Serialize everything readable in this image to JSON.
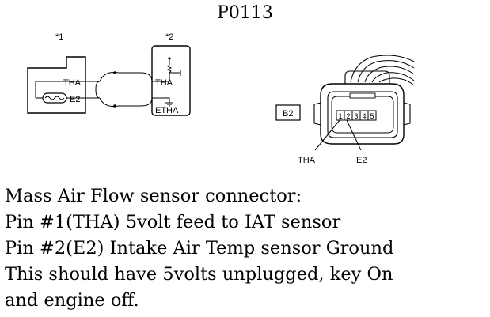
{
  "title": "P0113",
  "diagram": {
    "left_marker": "*1",
    "right_marker": "*2",
    "sensor_terminal_top": "THA",
    "sensor_terminal_bottom": "E2",
    "ecu_terminal_top": "THA",
    "ecu_terminal_bottom": "ETHA",
    "connector_code": "B2",
    "pins": [
      "1",
      "2",
      "3",
      "4",
      "5"
    ],
    "callout_left": "THA",
    "callout_right": "E2"
  },
  "caption": {
    "lines": [
      "Mass Air Flow sensor connector:",
      "Pin #1(THA) 5volt feed to IAT sensor",
      "Pin #2(E2)  Intake Air Temp sensor Ground",
      "This should have 5volts unplugged, key On",
      "and engine off."
    ]
  }
}
